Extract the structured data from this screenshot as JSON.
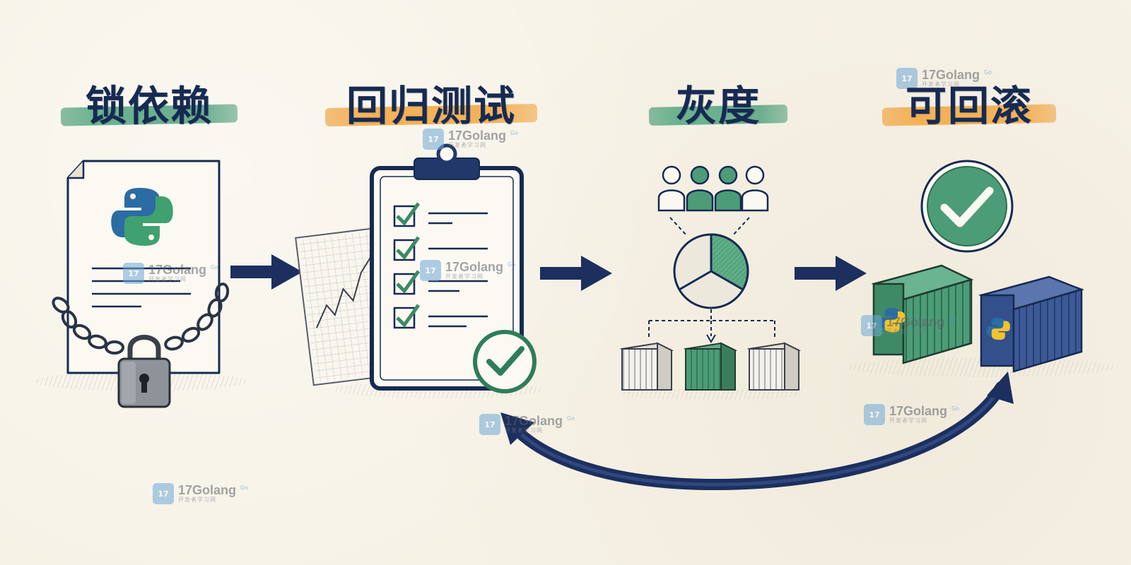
{
  "stages": [
    {
      "id": "lock",
      "title": "锁依赖",
      "stroke": "green"
    },
    {
      "id": "regression",
      "title": "回归测试",
      "stroke": "orange"
    },
    {
      "id": "canary",
      "title": "灰度",
      "stroke": "green"
    },
    {
      "id": "rollback",
      "title": "可回滚",
      "stroke": "orange"
    }
  ],
  "watermark": {
    "brand": "17Golang",
    "subtitle": "开发者学习网",
    "tag": "Go",
    "logo": "17"
  },
  "colors": {
    "navy": "#162a52",
    "green": "#4c9c78",
    "orange": "#f2a23c",
    "paper": "#f6f2e6",
    "python_blue": "#2b6ca3",
    "python_green": "#3fa070",
    "python_yellow": "#f2c230"
  },
  "icons": {
    "lock_stage": [
      "document-icon",
      "python-logo-icon",
      "chain-icon",
      "padlock-icon"
    ],
    "regression_stage": [
      "clipboard-icon",
      "checkbox-icon",
      "chart-paper-icon",
      "check-badge-icon"
    ],
    "canary_stage": [
      "users-icon",
      "pie-chart-icon",
      "container-icon"
    ],
    "rollback_stage": [
      "check-badge-icon",
      "container-icon",
      "python-logo-icon"
    ],
    "flow": [
      "arrow-right-icon",
      "curved-return-arrow-icon"
    ]
  }
}
